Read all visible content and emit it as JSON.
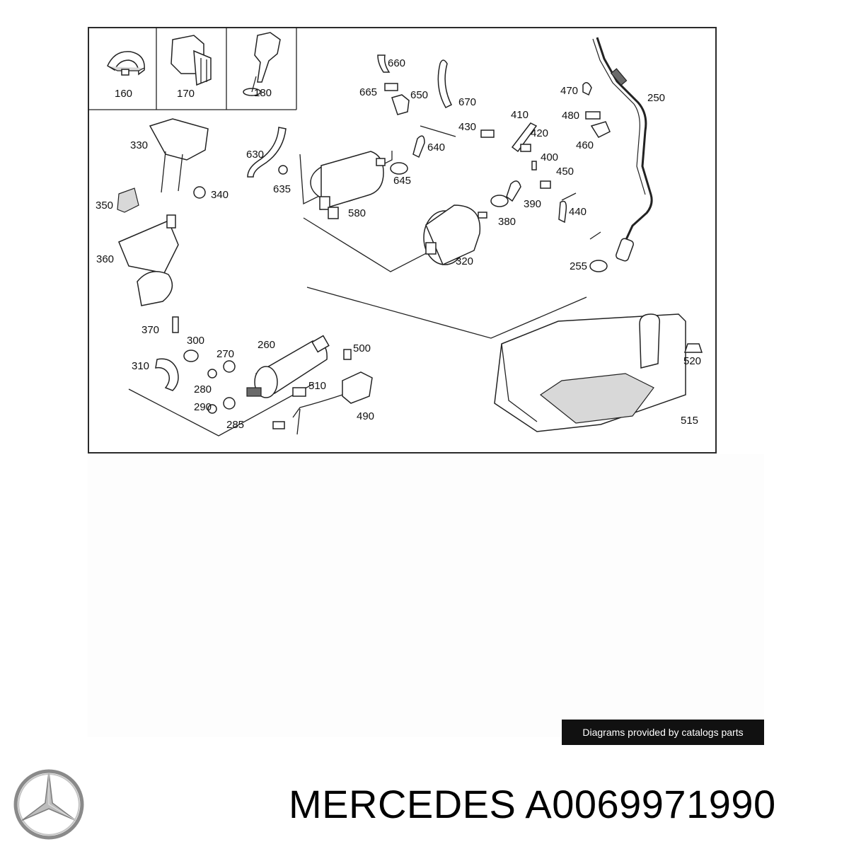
{
  "diagram": {
    "callouts": [
      "160",
      "170",
      "180",
      "660",
      "665",
      "650",
      "670",
      "470",
      "250",
      "480",
      "410",
      "430",
      "420",
      "460",
      "630",
      "640",
      "330",
      "400",
      "450",
      "635",
      "645",
      "580",
      "390",
      "440",
      "350",
      "340",
      "380",
      "360",
      "320",
      "255",
      "370",
      "300",
      "260",
      "500",
      "270",
      "310",
      "520",
      "280",
      "510",
      "290",
      "490",
      "285",
      "515"
    ]
  },
  "credit": {
    "text": "Diagrams provided by catalogs parts"
  },
  "product": {
    "brand": "MERCEDES",
    "part_number": "A0069971990"
  },
  "brand_logo": {
    "icon": "mercedes-star-icon"
  },
  "colors": {
    "ink": "#222222",
    "badge_bg": "#111111",
    "badge_text": "#ffffff"
  }
}
